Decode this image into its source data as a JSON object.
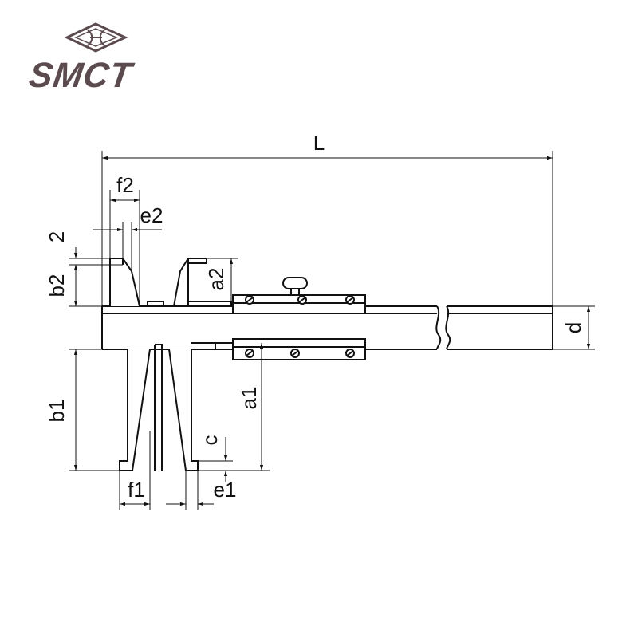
{
  "brand": {
    "logo_text": "SMCT",
    "logo_color": "#5b4a4e"
  },
  "dimensions": {
    "L": "L",
    "d": "d",
    "f2": "f2",
    "e2": "e2",
    "two": "2",
    "b2": "b2",
    "a2": "a2",
    "b1": "b1",
    "a1": "a1",
    "c": "c",
    "f1": "f1",
    "e1": "e1"
  }
}
